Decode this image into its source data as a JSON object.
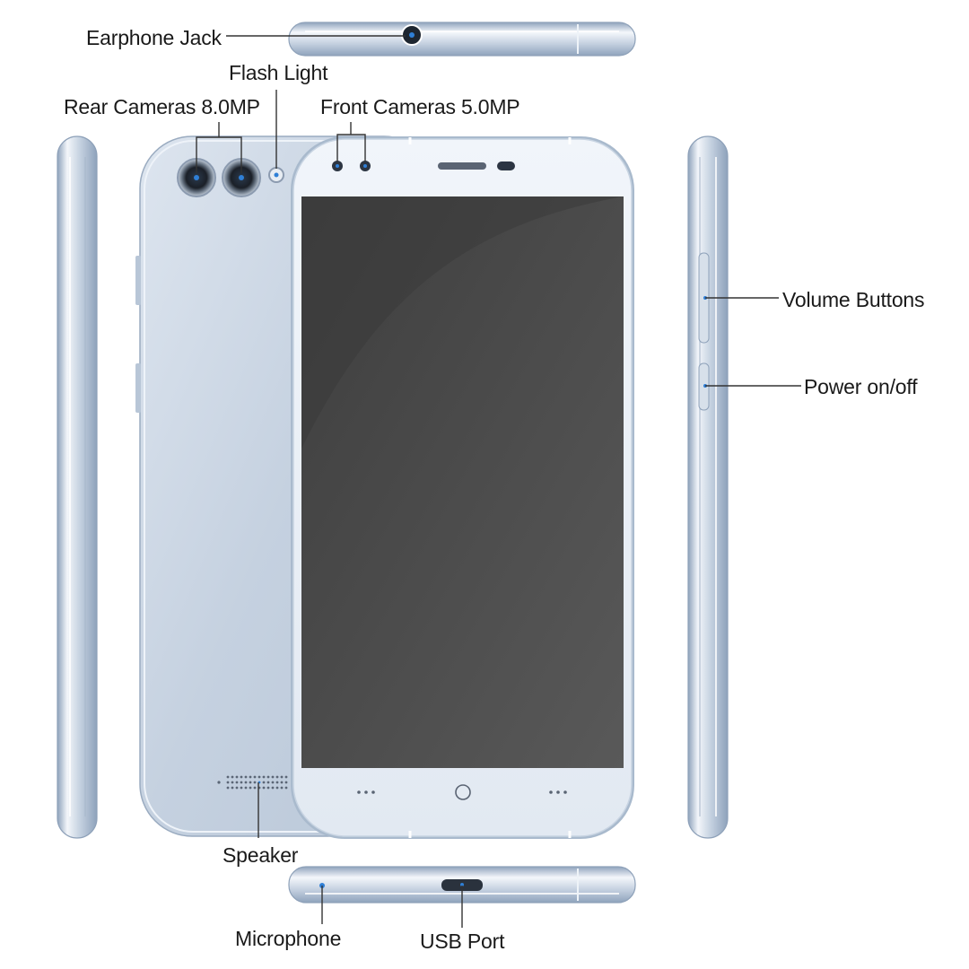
{
  "labels": {
    "earphone_jack": "Earphone Jack",
    "flash_light": "Flash Light",
    "rear_cameras": "Rear Cameras 8.0MP",
    "front_cameras": "Front Cameras 5.0MP",
    "volume_buttons": "Volume Buttons",
    "power_onoff": "Power on/off",
    "speaker": "Speaker",
    "microphone": "Microphone",
    "usb_port": "USB Port"
  },
  "colors": {
    "body": "#c9d5e4",
    "body_light": "#e7edf5",
    "body_dark": "#9aabc0",
    "screen": "#4e4e4e",
    "accent": "#2f7fd6",
    "line": "#333333"
  }
}
